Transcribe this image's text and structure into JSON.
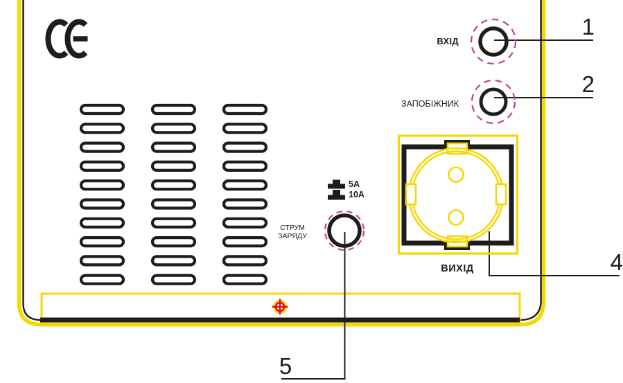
{
  "diagram": {
    "conformity_mark": "CE",
    "labels": {
      "input": "ВХІД",
      "fuse": "ЗАПОБІЖНИК",
      "output": "ВИХІД",
      "charge_current_line1": "СТРУМ",
      "charge_current_line2": "ЗАРЯДУ",
      "current_position_out": "5A",
      "current_position_in": "10A"
    },
    "callouts": {
      "input": "1",
      "fuse": "2",
      "output": "4",
      "charge_current": "5"
    },
    "colors": {
      "panel_yellow": "#f5d800",
      "line_black": "#1d1d1b",
      "highlight_magenta": "#c2408f",
      "registration_red": "#e30613"
    }
  }
}
